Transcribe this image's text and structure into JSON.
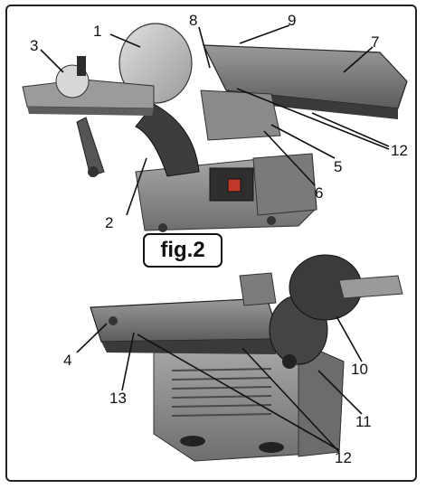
{
  "figure": {
    "caption": "fig.2"
  },
  "callouts": {
    "c1": "1",
    "c2": "2",
    "c3": "3",
    "c4": "4",
    "c5": "5",
    "c6": "6",
    "c7": "7",
    "c8": "8",
    "c9": "9",
    "c10": "10",
    "c11": "11",
    "c12a": "12",
    "c12b": "12",
    "c13": "13"
  },
  "colors": {
    "machine_body": "#8c8c8c",
    "machine_dark": "#3a3a3a",
    "disc": "#c9c9c9",
    "frame": "#222222"
  }
}
